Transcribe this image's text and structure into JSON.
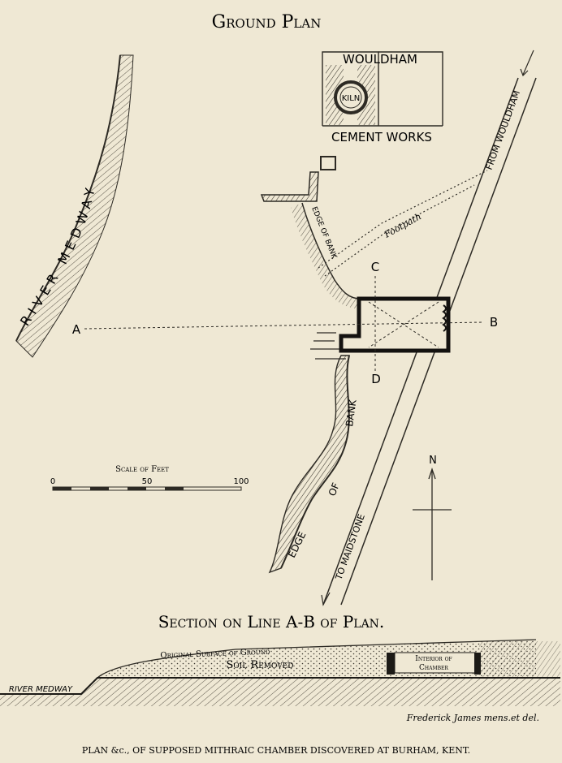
{
  "plan_title": "Ground Plan",
  "river_label": "RIVER MEDWAY",
  "works_top": "WOULDHAM",
  "works_bottom": "CEMENT WORKS",
  "kiln": "KILN",
  "road_north": "FROM WOULDHAM",
  "road_south": "TO MAIDSTONE",
  "footpath": "Footpath",
  "bank_upper": "EDGE OF BANK",
  "bank_lower_1": "EDGE",
  "bank_lower_2": "OF",
  "bank_lower_3": "BANK",
  "point_a": "A",
  "point_b": "B",
  "point_c": "C",
  "point_d": "D",
  "north": "N",
  "scale": {
    "title": "Scale of Feet",
    "ticks": [
      "0",
      "50",
      "100"
    ]
  },
  "section_title": "Section on Line A-B of Plan.",
  "section": {
    "original_surface": "Original Surface of Ground",
    "soil_removed": "Soil Removed",
    "interior_1": "Interior of",
    "interior_2": "Chamber",
    "river": "RIVER MEDWAY"
  },
  "artist": "Frederick James mens.et del.",
  "caption": "PLAN &c., OF SUPPOSED MITHRAIC CHAMBER DISCOVERED AT BURHAM, KENT."
}
